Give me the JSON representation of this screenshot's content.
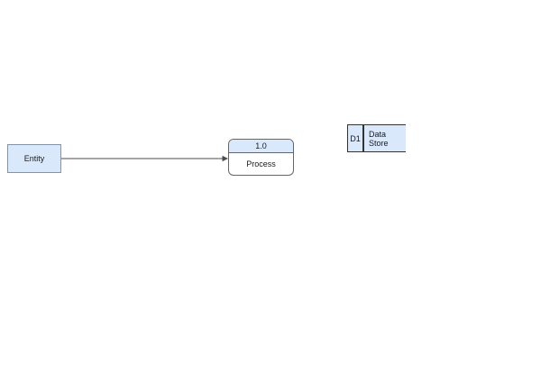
{
  "diagram": {
    "entity": {
      "label": "Entity"
    },
    "process": {
      "number": "1.0",
      "label": "Process"
    },
    "data_store": {
      "id": "D1",
      "label": "Data Store"
    },
    "colors": {
      "shape_fill": "#dae8fc",
      "entity_border": "#8494a8",
      "process_border": "#666666",
      "datastore_border": "#333333",
      "connector": "#4d4d4d",
      "canvas_background": "#ffffff"
    }
  }
}
